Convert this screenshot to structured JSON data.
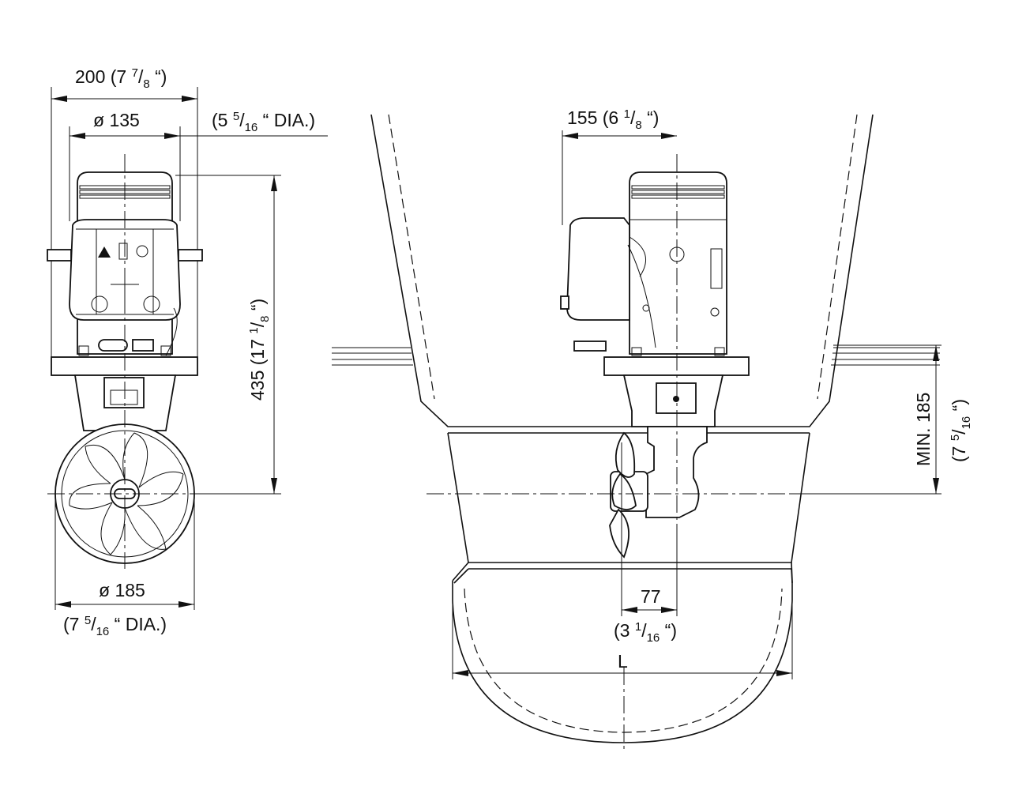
{
  "front_view": {
    "width_dim": {
      "main": "200 (7 ",
      "num": "7",
      "slash": "/",
      "den": "8",
      "tail": " “)"
    },
    "motor_dia_dim": {
      "main": "ø 135"
    },
    "motor_dia_inch": {
      "main": "(5 ",
      "num": "5",
      "slash": "/",
      "den": "16",
      "tail": " “ DIA.)"
    },
    "height_dim": {
      "main": "435 (17 ",
      "num": "1",
      "slash": "/",
      "den": "8",
      "tail": " “)"
    },
    "tunnel_dia_dim": {
      "main": "ø 185"
    },
    "tunnel_dia_inch": {
      "main": "(7 ",
      "num": "5",
      "slash": "/",
      "den": "16",
      "tail": " “ DIA.)"
    }
  },
  "side_view": {
    "width_dim": {
      "main": "155 (6 ",
      "num": "1",
      "slash": "/",
      "den": "8",
      "tail": " “)"
    },
    "min_depth_dim": {
      "main": "MIN. 185"
    },
    "min_depth_inch": {
      "main": "(7 ",
      "num": "5",
      "slash": "/",
      "den": "16",
      "tail": " “)"
    },
    "offset_dim": {
      "main": "77"
    },
    "offset_inch": {
      "main": "(3 ",
      "num": "1",
      "slash": "/",
      "den": "16",
      "tail": " “)"
    },
    "tunnel_length_dim": {
      "main": "L"
    }
  }
}
